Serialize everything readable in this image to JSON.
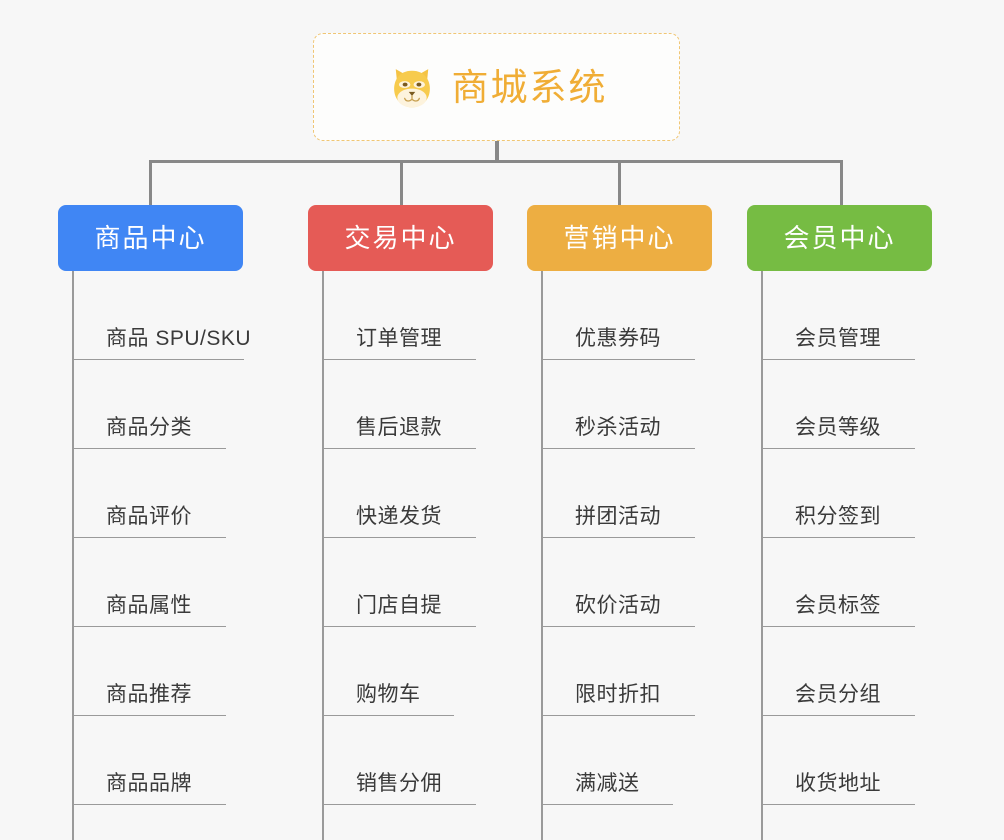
{
  "diagram": {
    "title": "商城系统",
    "background_color": "#f7f7f7",
    "root": {
      "label": "商城系统",
      "icon": "shiba-dog-icon",
      "text_color": "#f0ad35",
      "border_color": "#f0c674"
    },
    "columns": [
      {
        "header": "商品中心",
        "color": "#4086f4",
        "items": [
          "商品 SPU/SKU",
          "商品分类",
          "商品评价",
          "商品属性",
          "商品推荐",
          "商品品牌"
        ]
      },
      {
        "header": "交易中心",
        "color": "#e55b56",
        "items": [
          "订单管理",
          "售后退款",
          "快递发货",
          "门店自提",
          "购物车",
          "销售分佣"
        ]
      },
      {
        "header": "营销中心",
        "color": "#edae42",
        "items": [
          "优惠券码",
          "秒杀活动",
          "拼团活动",
          "砍价活动",
          "限时折扣",
          "满减送"
        ]
      },
      {
        "header": "会员中心",
        "color": "#76bc43",
        "items": [
          "会员管理",
          "会员等级",
          "积分签到",
          "会员标签",
          "会员分组",
          "收货地址"
        ]
      }
    ]
  }
}
